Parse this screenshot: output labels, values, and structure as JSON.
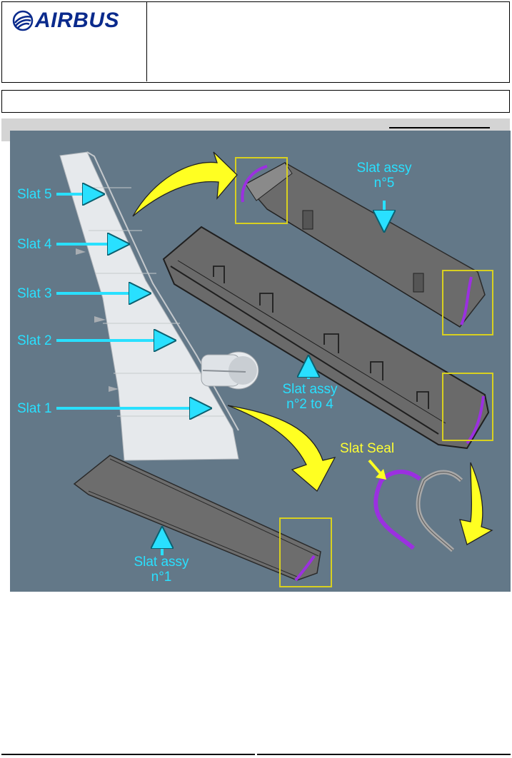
{
  "header": {
    "logo_text": "AIRBUS",
    "logo_icon": "airbus-swirl-icon"
  },
  "figure": {
    "labels": {
      "slat5": "Slat 5",
      "slat4": "Slat 4",
      "slat3": "Slat 3",
      "slat2": "Slat 2",
      "slat1": "Slat 1",
      "assy5_line1": "Slat assy",
      "assy5_line2": "n°5",
      "assy24_line1": "Slat assy",
      "assy24_line2": "n°2 to 4",
      "assy1_line1": "Slat assy",
      "assy1_line2": "n°1",
      "seal": "Slat Seal"
    },
    "colors": {
      "background": "#637888",
      "label": "#29e0ff",
      "highlight_box": "#d8d020",
      "arrow_yellow": "#ffff22",
      "seal": "#9b30e0"
    }
  }
}
